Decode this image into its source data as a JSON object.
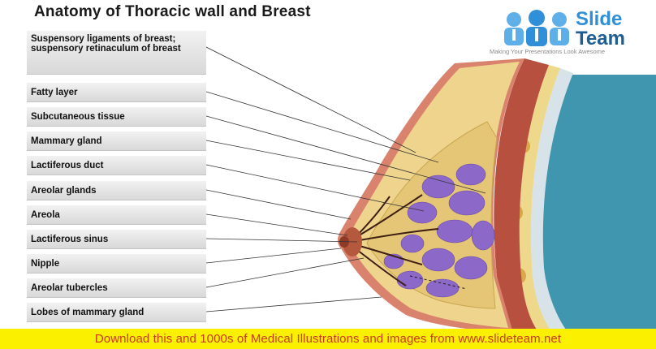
{
  "title": "Anatomy of Thoracic wall and Breast",
  "logo": {
    "word1": "Slide",
    "word2": "Team",
    "tagline": "Making Your Presentations Look Awesome"
  },
  "labels": [
    "Suspensory ligaments of breast; suspensory retinaculum of breast",
    "Fatty layer",
    "Subcutaneous tissue",
    "Mammary gland",
    "Lactiferous duct",
    "Areolar glands",
    "Areola",
    "Lactiferous sinus",
    "Nipple",
    "Areolar tubercles",
    "Lobes of mammary gland"
  ],
  "footer": "Download this and 1000s of Medical Illustrations and images from www.slideteam.net",
  "colors": {
    "skin": "#d9826d",
    "fat": "#efd48d",
    "lobule": "#8c68c8",
    "muscle": "#b8503f",
    "lung": "#3f96ae",
    "footer_bg": "#fbf000",
    "footer_text": "#cc3a1a",
    "logo_blue": "#2f8fd8"
  }
}
